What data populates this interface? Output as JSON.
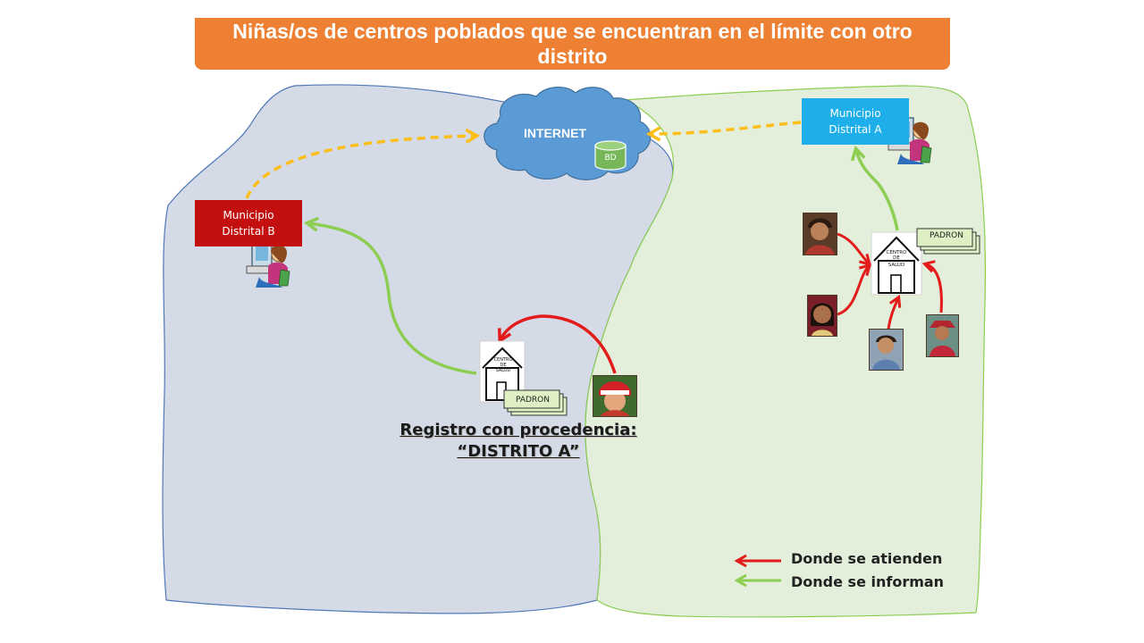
{
  "title": "Niñas/os de centros poblados que se encuentran en el límite con otro distrito",
  "internet": {
    "label": "INTERNET",
    "db_label": "BD"
  },
  "municipio_b": {
    "line1": "Municipio",
    "line2": "Distrital B",
    "color": "#c40f10"
  },
  "municipio_a": {
    "line1": "Municipio",
    "line2": "Distrital A",
    "color": "#1eaee9"
  },
  "health_center": {
    "sign_line1": "CENTRO",
    "sign_line2": "DE",
    "sign_line3": "SALUD"
  },
  "padron_label": "PADRON",
  "registro": {
    "line1": "Registro con procedencia:",
    "line2": "“DISTRITO A”"
  },
  "legend": {
    "red_label": "Donde se atienden",
    "green_label": "Donde se informan",
    "red_color": "#e31b1b",
    "green_color": "#8ccd52"
  },
  "colors": {
    "title_bg": "#ee8033",
    "district_b_fill": "#d5dbe6",
    "district_a_fill": "#e3efda",
    "cloud_fill": "#5b9bd5",
    "dashed_link": "#fbbe1a"
  }
}
